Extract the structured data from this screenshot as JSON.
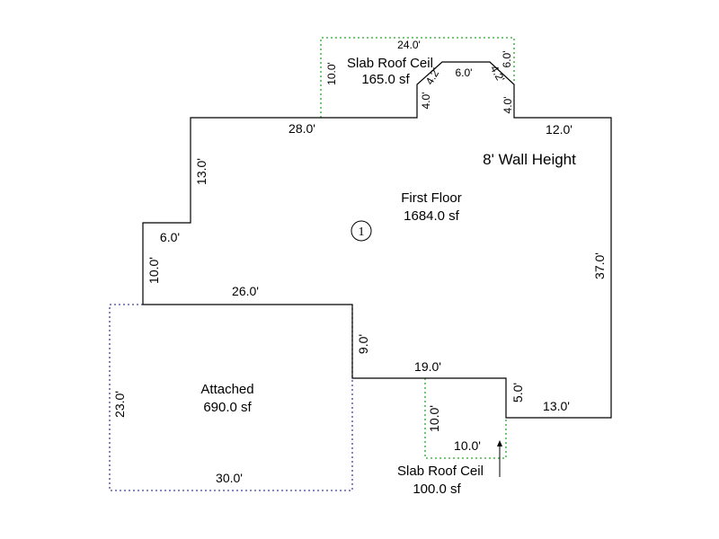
{
  "plan": {
    "wall_height": "8' Wall Height",
    "marker": "1"
  },
  "areas": {
    "first_floor": {
      "name": "First Floor",
      "area": "1684.0 sf"
    },
    "slab_top": {
      "name": "Slab Roof Ceil",
      "area": "165.0 sf"
    },
    "slab_bottom": {
      "name": "Slab Roof Ceil",
      "area": "100.0 sf"
    },
    "attached": {
      "name": "Attached",
      "area": "690.0 sf"
    }
  },
  "dims": {
    "top_24": "24.0'",
    "slab_left_10": "10.0'",
    "chamfer_left": "4.2'",
    "bay_top": "6.0'",
    "chamfer_right": "4.2'",
    "bay_right_6": "6.0'",
    "bay_left_4": "4.0'",
    "bay_right_4": "4.0'",
    "wall_28": "28.0'",
    "wall_12": "12.0'",
    "wall_13_left": "13.0'",
    "wall_6": "6.0'",
    "wall_10_left": "10.0'",
    "wall_26": "26.0'",
    "wall_37": "37.0'",
    "wall_9": "9.0'",
    "wall_19": "19.0'",
    "wall_5": "5.0'",
    "wall_13_bottom": "13.0'",
    "slab_bottom_left_10": "10.0'",
    "slab_bottom_10": "10.0'",
    "attached_23": "23.0'",
    "attached_30": "30.0'"
  },
  "colors": {
    "walls": "#000000",
    "slab_outline": "#22aa22",
    "attached_outline": "#4040a0",
    "background": "#ffffff"
  }
}
